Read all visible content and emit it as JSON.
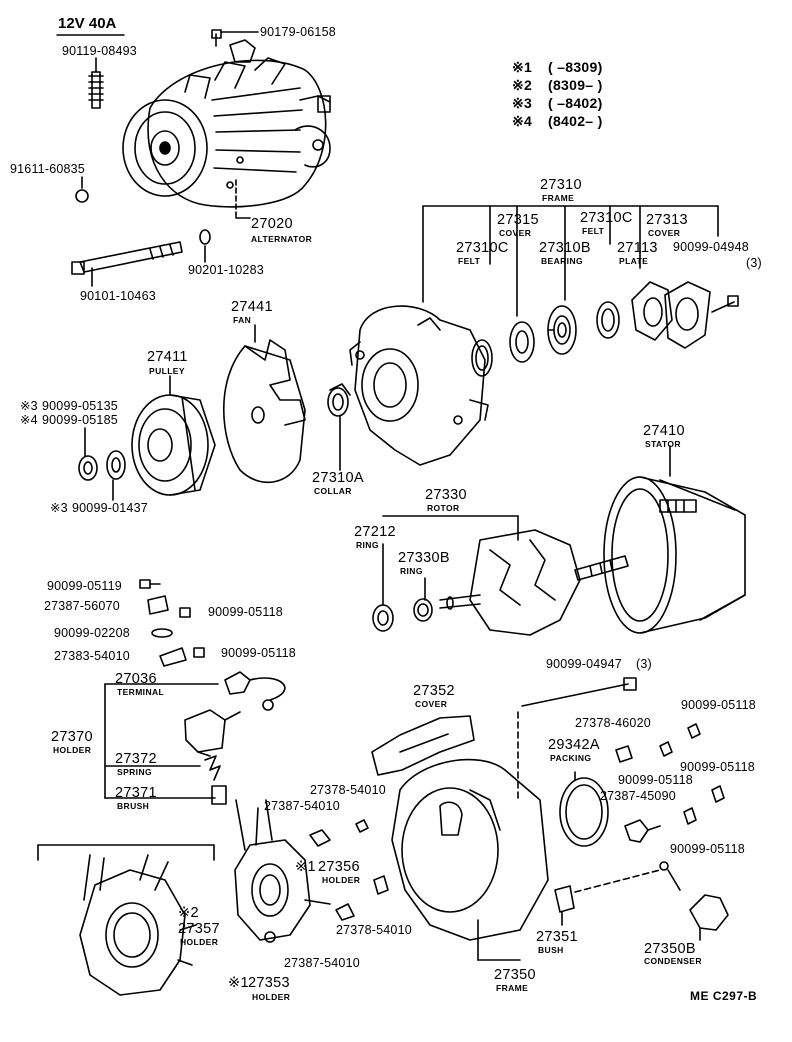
{
  "title": "12V 40A",
  "reference": "ME  C297-B",
  "legend": [
    {
      "mark": "※1",
      "range": "(        –8309)"
    },
    {
      "mark": "※2",
      "range": "(8309–        )"
    },
    {
      "mark": "※3",
      "range": "(        –8402)"
    },
    {
      "mark": "※4",
      "range": "(8402–        )"
    }
  ],
  "labels": {
    "p90179_06158": "90179-06158",
    "p90119_08493": "90119-08493",
    "p91611_60835": "91611-60835",
    "p27020": "27020",
    "alternator": "ALTERNATOR",
    "p90201_10283": "90201-10283",
    "p90101_10463": "90101-10463",
    "p27310": "27310",
    "frame_top": "FRAME",
    "p27315": "27315",
    "cover_1": "COVER",
    "p27310C_a": "27310C",
    "felt_a": "FELT",
    "p27310C_b": "27310C",
    "felt_b": "FELT",
    "p27310B": "27310B",
    "bearing": "BEARING",
    "p27313": "27313",
    "cover_2": "COVER",
    "p27113": "27113",
    "plate": "PLATE",
    "p90099_04948": "90099-04948",
    "qty_3a": "(3)",
    "p27441": "27441",
    "fan": "FAN",
    "p27411": "27411",
    "pulley": "PULLEY",
    "p90099_05135_mark": "※3",
    "p90099_05135": "90099-05135",
    "p90099_05185_mark": "※4",
    "p90099_05185": "90099-05185",
    "p90099_01437_mark": "※3",
    "p90099_01437": "90099-01437",
    "p27310A": "27310A",
    "collar": "COLLAR",
    "p27410": "27410",
    "stator": "STATOR",
    "p27330": "27330",
    "rotor": "ROTOR",
    "p27212": "27212",
    "ring_a": "RING",
    "p27330B": "27330B",
    "ring_b": "RING",
    "p90099_05119": "90099-05119",
    "p27387_56070": "27387-56070",
    "p90099_05118_a": "90099-05118",
    "p90099_02208": "90099-02208",
    "p27383_54010": "27383-54010",
    "p90099_05118_b": "90099-05118",
    "p27036": "27036",
    "terminal": "TERMINAL",
    "p27370": "27370",
    "holder_a": "HOLDER",
    "p27372": "27372",
    "spring": "SPRING",
    "p27371": "27371",
    "brush": "BRUSH",
    "p90099_04947": "90099-04947",
    "qty_3b": "(3)",
    "p27352": "27352",
    "cover_3": "COVER",
    "p90099_05118_c": "90099-05118",
    "p27378_46020": "27378-46020",
    "p29342A": "29342A",
    "packing": "PACKING",
    "p90099_05118_d": "90099-05118",
    "p90099_05118_e": "90099-05118",
    "p27387_45090": "27387-45090",
    "p27378_54010_a": "27378-54010",
    "p27387_54010_a": "27387-54010",
    "p27356_mark": "※1",
    "p27356": "27356",
    "holder_b": "HOLDER",
    "p90099_05118_f": "90099-05118",
    "p27357_mark": "※2",
    "p27357": "27357",
    "holder_c": "HOLDER",
    "p27378_54010_b": "27378-54010",
    "p27387_54010_b": "27387-54010",
    "p27353_mark": "※1",
    "p27353": "27353",
    "holder_d": "HOLDER",
    "p27351": "27351",
    "bush": "BUSH",
    "p27350": "27350",
    "frame_bottom": "FRAME",
    "p27350B": "27350B",
    "condenser": "CONDENSER"
  }
}
